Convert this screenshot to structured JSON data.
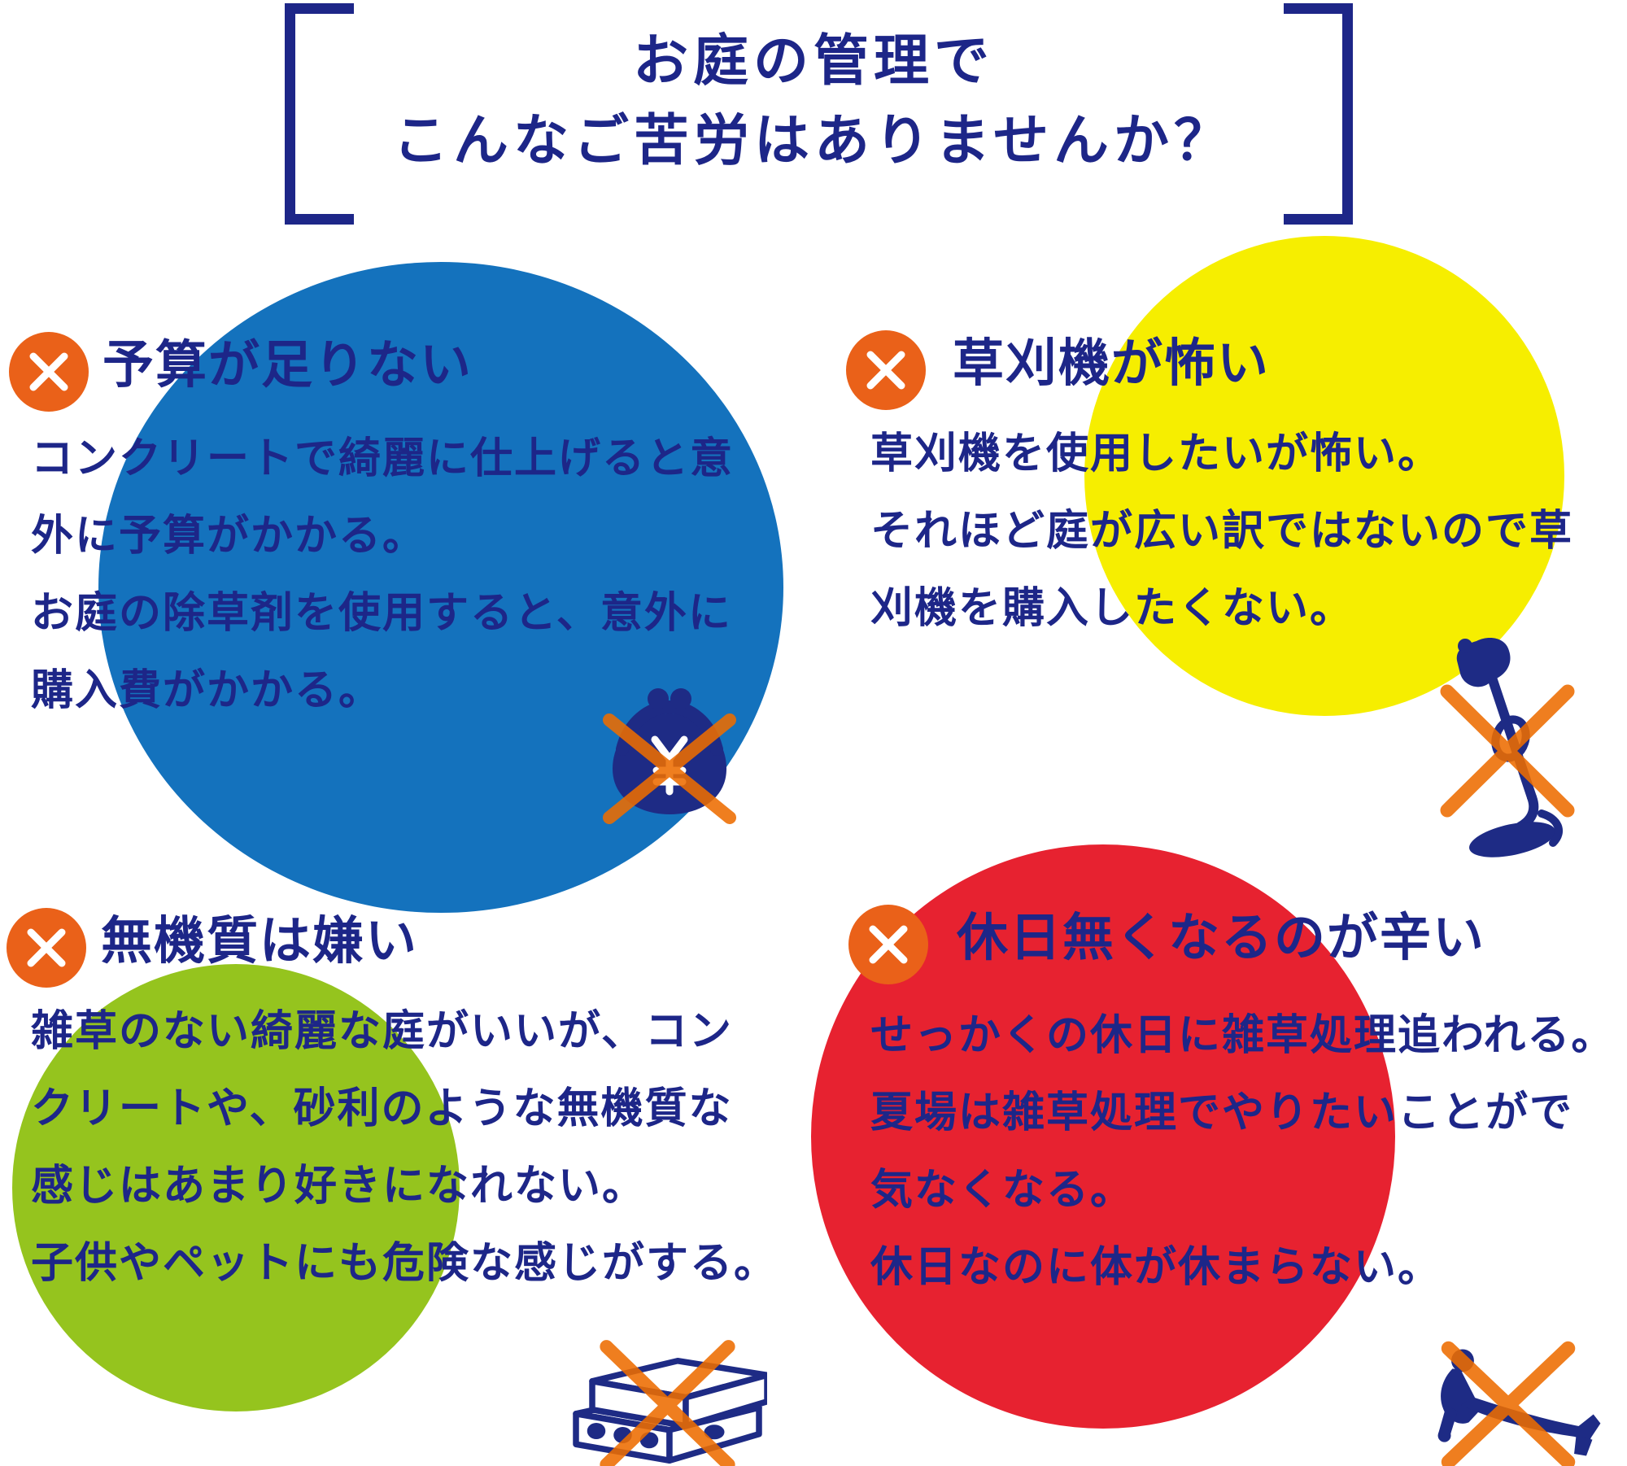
{
  "title": {
    "line1": "お庭の管理で",
    "line2": "こんなご苦労はありませんか？"
  },
  "colors": {
    "navy_text": "#1d2688",
    "icon_navy": "#1e2b85",
    "badge_orange": "#ea6119",
    "cross_orange": "#ed6c00",
    "background": "#ffffff",
    "blue_circle": "#1472bd",
    "yellow_circle": "#f6ee00",
    "green_circle": "#95c41e",
    "red_circle": "#e72230"
  },
  "sections": [
    {
      "id": "budget",
      "heading": "予算が足りない",
      "circle_color": "#1472bd",
      "icon": "coin-purse-icon",
      "body_lines": [
        "コンクリートで綺麗に仕上げると意",
        "外に予算がかかる。",
        "お庭の除草剤を使用すると、意外に",
        "購入費がかかる。"
      ]
    },
    {
      "id": "mower-fear",
      "heading": "草刈機が怖い",
      "circle_color": "#f6ee00",
      "icon": "brush-cutter-icon",
      "body_lines": [
        "草刈機を使用したいが怖い。",
        "それほど庭が広い訳ではないので草",
        "刈機を購入したくない。"
      ]
    },
    {
      "id": "inorganic",
      "heading": "無機質は嫌い",
      "circle_color": "#95c41e",
      "icon": "concrete-block-icon",
      "body_lines": [
        "雑草のない綺麗な庭がいいが、コン",
        "クリートや、砂利のような無機質な",
        "感じはあまり好きになれない。",
        "子供やペットにも危険な感じがする。"
      ]
    },
    {
      "id": "no-holiday",
      "heading": "休日無くなるのが辛い",
      "circle_color": "#e72230",
      "icon": "resting-person-icon",
      "body_lines": [
        "せっかくの休日に雑草処理追われる。",
        "夏場は雑草処理でやりたいことがで",
        "気なくなる。",
        "休日なのに体が休まらない。"
      ]
    }
  ]
}
